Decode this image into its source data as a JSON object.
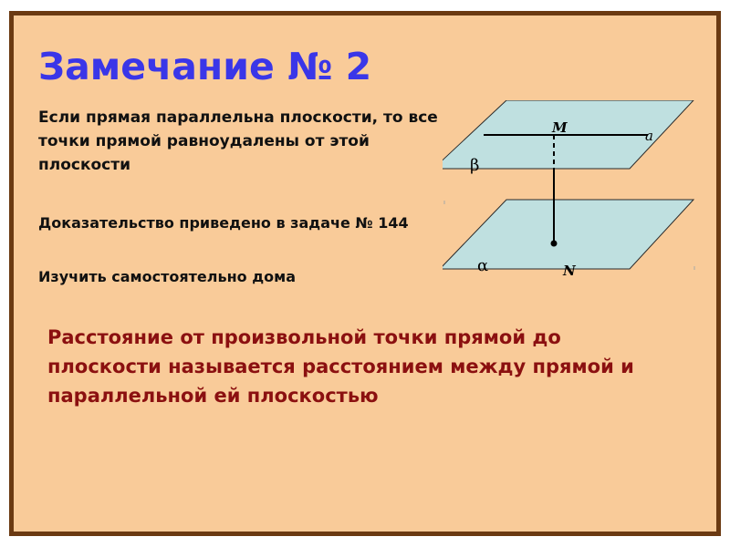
{
  "slide": {
    "title": "Замечание № 2",
    "statement": "Если прямая параллельна плоскости, то все точки прямой равноудалены от этой плоскости",
    "proof_note": "Доказательство приведено в задаче № 144",
    "homework_note": "Изучить самостоятельно дома",
    "definition": "Расстояние от произвольной точки прямой до плоскости называется расстоянием между прямой и параллельной ей плоскостью"
  },
  "diagram": {
    "upper_plane_label": "β",
    "lower_plane_label": "α",
    "line_label": "a",
    "point_on_line_label": "M",
    "foot_point_label": "N",
    "plane_fill": "#bfe0e0",
    "line_color": "#000000"
  },
  "colors": {
    "background": "#f9cb99",
    "border": "#6b3a12",
    "title": "#3a36e8",
    "definition": "#8b1010"
  }
}
